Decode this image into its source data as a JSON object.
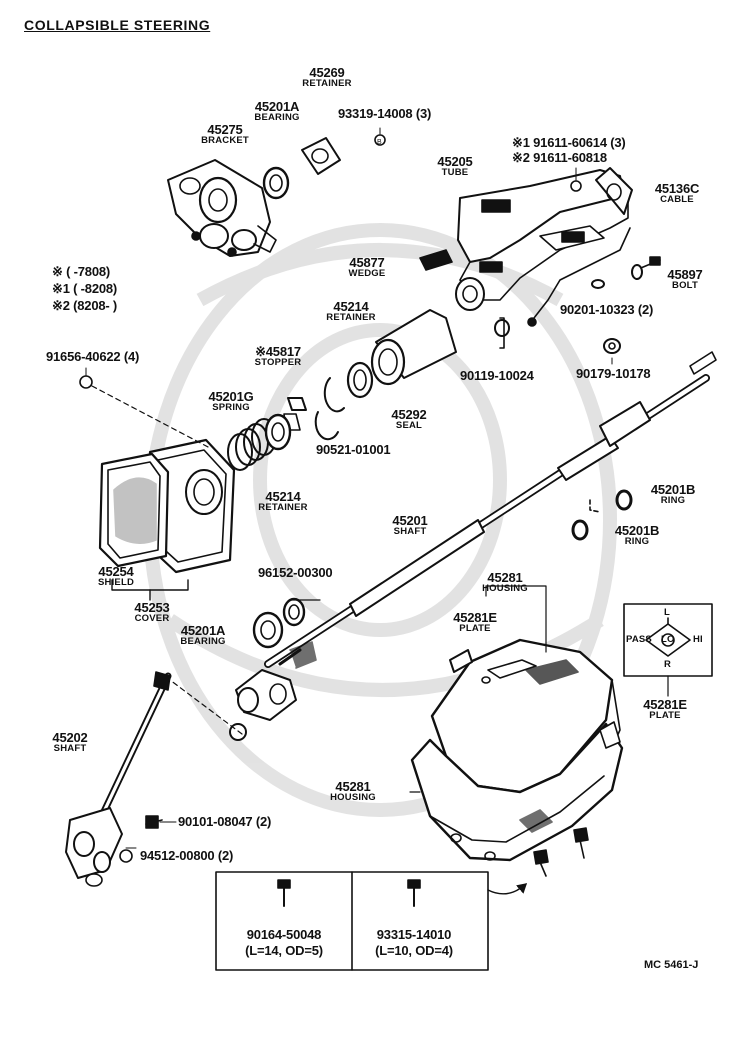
{
  "header": {
    "title": "COLLAPSIBLE STEERING"
  },
  "legend": {
    "row1": "※ (    -7808)",
    "row2": "※1 (    -8208)",
    "row3": "※2 (8208-      )"
  },
  "parts": {
    "p45269": {
      "number": "45269",
      "name": "RETAINER"
    },
    "p93319": {
      "number": "93319-14008 (3)"
    },
    "p45201A_top": {
      "number": "45201A",
      "name": "BEARING"
    },
    "p45275": {
      "number": "45275",
      "name": "BRACKET"
    },
    "p91611_1": {
      "number": "※1 91611-60614 (3)"
    },
    "p91611_2": {
      "number": "※2 91611-60818"
    },
    "p45205": {
      "number": "45205",
      "name": "TUBE"
    },
    "p45136C": {
      "number": "45136C",
      "name": "CABLE"
    },
    "p45877": {
      "number": "45877",
      "name": "WEDGE"
    },
    "p45897": {
      "number": "45897",
      "name": "BOLT"
    },
    "p90201": {
      "number": "90201-10323 (2)"
    },
    "p91656": {
      "number": "91656-40622 (4)"
    },
    "p45214_top": {
      "number": "45214",
      "name": "RETAINER"
    },
    "p45817": {
      "number": "※45817",
      "name": "STOPPER"
    },
    "p90119": {
      "number": "90119-10024"
    },
    "p90179": {
      "number": "90179-10178"
    },
    "p45201G": {
      "number": "45201G",
      "name": "SPRING"
    },
    "p45292": {
      "number": "45292",
      "name": "SEAL"
    },
    "p90521": {
      "number": "90521-01001"
    },
    "p45214_bottom": {
      "number": "45214",
      "name": "RETAINER"
    },
    "p45201B_1": {
      "number": "45201B",
      "name": "RING"
    },
    "p45201B_2": {
      "number": "45201B",
      "name": "RING"
    },
    "p45201": {
      "number": "45201",
      "name": "SHAFT"
    },
    "p45254": {
      "number": "45254",
      "name": "SHIELD"
    },
    "p45253": {
      "number": "45253",
      "name": "COVER"
    },
    "p96152": {
      "number": "96152-00300"
    },
    "p45281_top": {
      "number": "45281",
      "name": "HOUSING"
    },
    "p45281E_left": {
      "number": "45281E",
      "name": "PLATE"
    },
    "p45281E_right": {
      "number": "45281E",
      "name": "PLATE"
    },
    "p45201A_bottom": {
      "number": "45201A",
      "name": "BEARING"
    },
    "p45202": {
      "number": "45202",
      "name": "SHAFT"
    },
    "p45281_bottom": {
      "number": "45281",
      "name": "HOUSING"
    },
    "p90101": {
      "number": "90101-08047 (2)"
    },
    "p94512": {
      "number": "94512-00800 (2)"
    }
  },
  "plate_diagram": {
    "pass": "PASS",
    "lo": "LO",
    "hi": "HI",
    "l": "L",
    "r": "R"
  },
  "screw_box": {
    "left": {
      "number": "90164-50048",
      "spec": "(L=14, OD=5)"
    },
    "right": {
      "number": "93315-14010",
      "spec": "(L=10, OD=4)"
    }
  },
  "footer": {
    "code": "MC  5461-J"
  },
  "colors": {
    "ink": "#111111",
    "watermark": "#dcdcdc",
    "paper": "#ffffff"
  }
}
